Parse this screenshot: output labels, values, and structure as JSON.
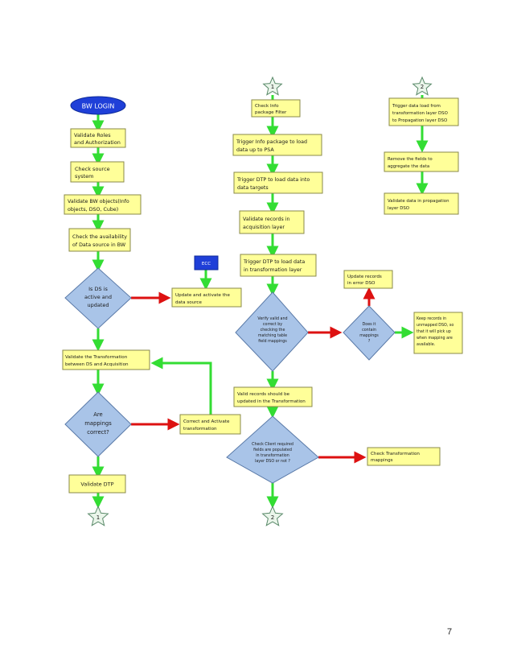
{
  "colors": {
    "box_fill": "#FFFF99",
    "box_stroke": "#8a8a4a",
    "diamond_fill": "#A9C4E8",
    "diamond_stroke": "#5a7aa8",
    "arrow_green": "#33DD33",
    "arrow_red": "#DD1111",
    "start_fill": "#1F3FD8",
    "star_fill": "#EAF5EA",
    "star_stroke": "#5a8a6a"
  },
  "nodes": {
    "bw_login": "BW LOGIN",
    "validate_roles": [
      "Validate Roles",
      "and Authorization"
    ],
    "check_source": [
      "Check source",
      "system"
    ],
    "validate_bw_objects": [
      "Validate BW objects(Info",
      "objects, DSO, Cube)"
    ],
    "check_availability": [
      "Check the availability",
      "of Data source in BW"
    ],
    "is_ds_active": [
      "Is DS is",
      "active and",
      "updated"
    ],
    "ecc": "ECC",
    "update_activate_ds": [
      "Update and activate the",
      "data source"
    ],
    "validate_transformation": [
      "Validate the Transformation",
      "between DS and Acquisition"
    ],
    "are_mappings_correct": [
      "Are",
      "mappings",
      "correct?"
    ],
    "correct_activate_transformation": [
      "Correct and Activate",
      "transformation"
    ],
    "validate_dtp": "Validate DTP",
    "check_info_package_filter": [
      "Check Info",
      "package Filter"
    ],
    "trigger_info_package": [
      "Trigger Info package to load",
      "data up to PSA"
    ],
    "trigger_dtp_targets": [
      "Trigger DTP to load data into",
      "data targets"
    ],
    "validate_records_acquisition": [
      "Validate records in",
      "acquisition layer"
    ],
    "trigger_dtp_transformation": [
      "Trigger DTP to load data",
      "in transformation layer"
    ],
    "verify_valid_records": [
      "Verify valid and",
      "correct by",
      "checking the",
      "matching table",
      "field mappings"
    ],
    "does_it_contain_mappings": [
      "Does it",
      "contain",
      "mappings",
      "?"
    ],
    "update_records_error_dso": [
      "Update records",
      "in error DSO"
    ],
    "keep_records_unmapped": [
      "Keep records in",
      "unmapped DSO, so",
      "that it will pick up",
      "when mapping are",
      "available."
    ],
    "valid_records_updated": [
      "Valid records should be",
      "updated in the Transformation"
    ],
    "check_client_records": [
      "Check Client required",
      "fields are populated",
      "in transformation",
      "layer DSO or not ?"
    ],
    "check_transformation_mappings": [
      "Check Transformation",
      "mappings"
    ],
    "trigger_data_load_propagation": [
      "Trigger data load from",
      "transformation layer DSO",
      "to Propagation layer DSO"
    ],
    "remove_fields_aggregate": [
      "Remove the fields to",
      "aggregate the data"
    ],
    "validate_data_propagation": [
      "Validate data in propagation",
      "layer DSO"
    ]
  },
  "connectors": {
    "star_1": "1",
    "star_2": "2"
  },
  "page_number": "7"
}
